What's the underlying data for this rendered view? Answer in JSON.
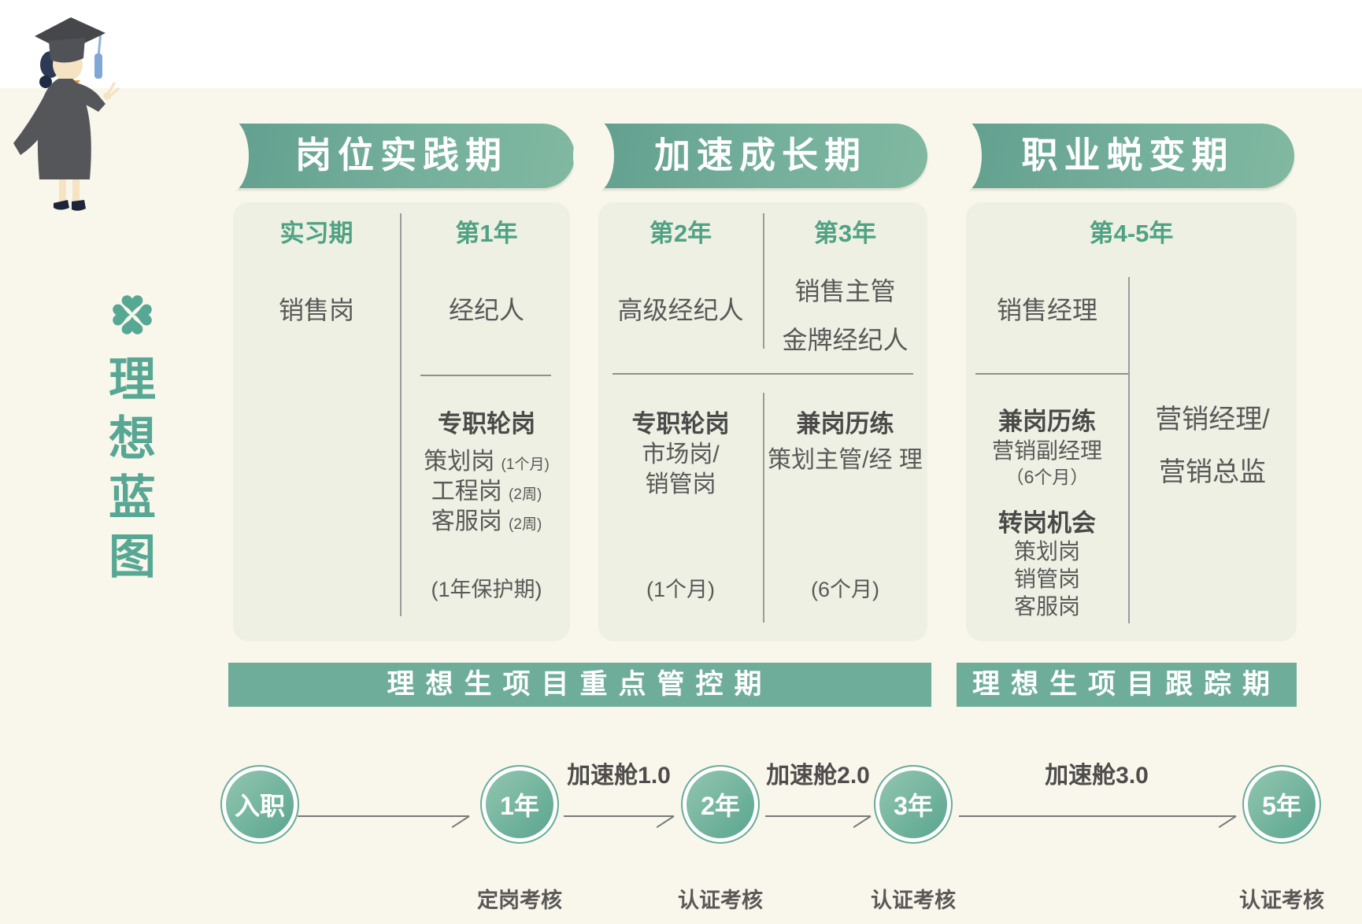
{
  "icons": {
    "logo": "clover-icon",
    "figure": "graduate-illustration"
  },
  "logo": {
    "chars": [
      "理",
      "想",
      "蓝",
      "图"
    ]
  },
  "stages": [
    {
      "banner": "岗位实践期",
      "left": {
        "header": "实习期",
        "role": "销售岗"
      },
      "right": {
        "header": "第1年",
        "role": "经纪人",
        "rotation_title": "专职轮岗",
        "items": [
          {
            "label": "策划岗",
            "dur": "(1个月)"
          },
          {
            "label": "工程岗",
            "dur": "(2周)"
          },
          {
            "label": "客服岗",
            "dur": "(2周)"
          }
        ],
        "note": "(1年保护期)"
      }
    },
    {
      "banner": "加速成长期",
      "left": {
        "header": "第2年",
        "role": "高级经纪人",
        "rotation_title": "专职轮岗",
        "lines": [
          "市场岗/",
          "销管岗"
        ],
        "note": "(1个月)"
      },
      "right": {
        "header": "第3年",
        "roles": [
          "销售主管",
          "金牌经纪人"
        ],
        "rotation_title": "兼岗历练",
        "line": "策划主管/经 理",
        "note": "(6个月)"
      }
    },
    {
      "banner": "职业蜕变期",
      "header": "第4-5年",
      "left": {
        "role": "销售经理",
        "rotation_title": "兼岗历练",
        "sub_role": "营销副经理",
        "sub_note": "（6个月）",
        "transfer_title": "转岗机会",
        "transfer_items": [
          "策划岗",
          "销管岗",
          "客服岗"
        ]
      },
      "right": {
        "lines": [
          "营销经理/",
          "营销总监"
        ]
      }
    }
  ],
  "bars": [
    {
      "label": "理想生项目重点管控期"
    },
    {
      "label": "理想生项目跟踪期"
    }
  ],
  "timeline": {
    "nodes": [
      {
        "label": "入职",
        "exam": ""
      },
      {
        "label": "1年",
        "exam": "定岗考核"
      },
      {
        "label": "2年",
        "exam": "认证考核"
      },
      {
        "label": "3年",
        "exam": "认证考核"
      },
      {
        "label": "5年",
        "exam": "认证考核"
      }
    ],
    "accelerators": [
      "加速舱1.0",
      "加速舱2.0",
      "加速舱3.0"
    ]
  },
  "colors": {
    "background": "#f9f7eb",
    "banner_green": "#6fad9b",
    "panel_bg": "#edf0e3",
    "accent_green": "#4fa284",
    "logo_teal": "#57a795",
    "text_gray": "#5a5858",
    "tassel_blue": "#7fa8d9"
  }
}
